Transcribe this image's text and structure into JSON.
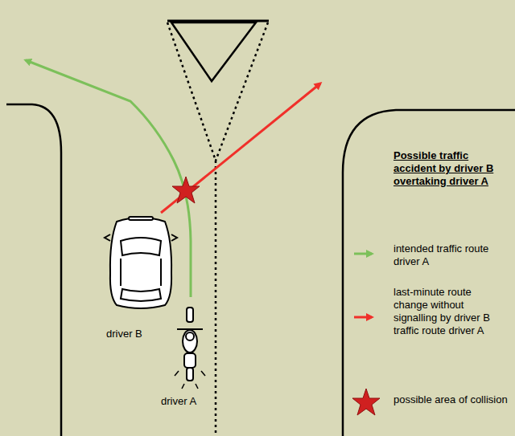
{
  "diagram": {
    "title": "Possible traffic accident by driver B overtaking driver A",
    "labels": [
      "driver B",
      "driver A"
    ],
    "legend": [
      {
        "text": "intended traffic route driver A"
      },
      {
        "text": "last-minute route change without signalling by driver B traffic route driver A"
      },
      {
        "text": "possible area of collision"
      }
    ]
  }
}
